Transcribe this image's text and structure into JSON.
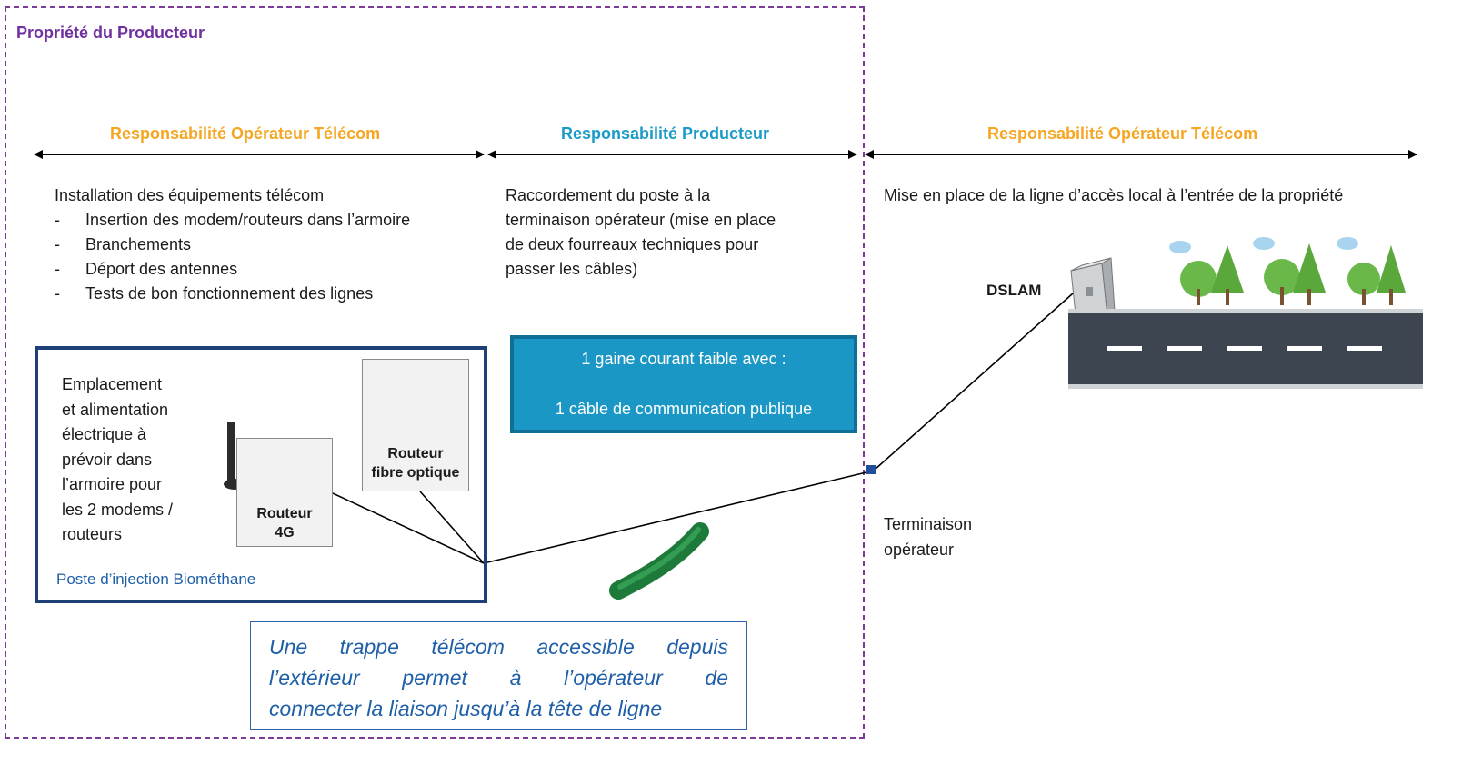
{
  "property": {
    "title": "Propriété du Producteur"
  },
  "zones": [
    {
      "label": "Responsabilité Opérateur Télécom",
      "color": "#f5a623"
    },
    {
      "label": "Responsabilité Producteur",
      "color": "#1b9bc7"
    },
    {
      "label": "Responsabilité Opérateur Télécom",
      "color": "#f5a623"
    }
  ],
  "install": {
    "heading": "Installation des équipements télécom",
    "items": [
      "Insertion des modem/routeurs dans l’armoire",
      "Branchements",
      "Déport des antennes",
      "Tests de bon fonctionnement des lignes"
    ]
  },
  "raccordement": {
    "lines": [
      "Raccordement du poste à la",
      "terminaison opérateur (mise en place",
      "de deux fourreaux techniques pour",
      "passer les câbles)"
    ]
  },
  "mise_en_place": "Mise en place de la ligne d’accès local à l’entrée de la propriété",
  "poste": {
    "lines": [
      "Emplacement",
      "et alimentation",
      "électrique à",
      "prévoir dans",
      "l’armoire pour",
      "les 2 modems /",
      "routeurs"
    ],
    "label": "Poste d’injection Biométhane"
  },
  "routers": {
    "r4g": [
      "Routeur",
      "4G"
    ],
    "fibre": [
      "Routeur",
      "fibre optique"
    ]
  },
  "gaine": {
    "line1": "1 gaine courant faible avec :",
    "line2": "1 câble de communication publique"
  },
  "trappe": {
    "lines": [
      "Une trappe télécom accessible depuis",
      "l’extérieur permet à l’opérateur de",
      "connecter la liaison jusqu’à la tête de ligne"
    ]
  },
  "terminaison": [
    "Terminaison",
    "opérateur"
  ],
  "dslam": "DSLAM",
  "colors": {
    "boundary": "#7b3a96",
    "poste_border": "#1f3f77",
    "gaine_fill": "#1b97c5",
    "road": "#3d4650",
    "tree": "#6ab84a"
  }
}
